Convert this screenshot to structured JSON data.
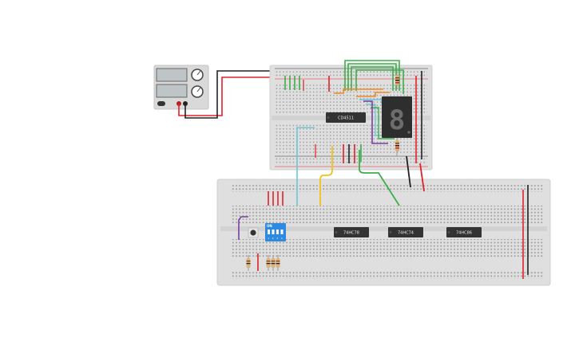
{
  "power_supply": {
    "display_1": "",
    "display_2": ""
  },
  "chips": {
    "top_decoder": "CD4511",
    "bottom_1": "74HC78",
    "bottom_2": "74HC74",
    "bottom_3": "74HC86"
  },
  "seven_segment": {
    "digit": "8"
  },
  "dip_switch": {
    "on_label": "ON",
    "positions": [
      "1",
      "2",
      "3",
      "4"
    ]
  },
  "colors": {
    "breadboard": "#dfdfdf",
    "rail_red": "#e0212a",
    "rail_black": "#222222",
    "wire_green": "#3cae49",
    "wire_yellow": "#f1c21b",
    "wire_cyan": "#6ec6d8",
    "wire_purple": "#7a3fa0",
    "wire_orange": "#f08a24",
    "chip": "#333333",
    "dip_blue": "#2d8ae0"
  }
}
